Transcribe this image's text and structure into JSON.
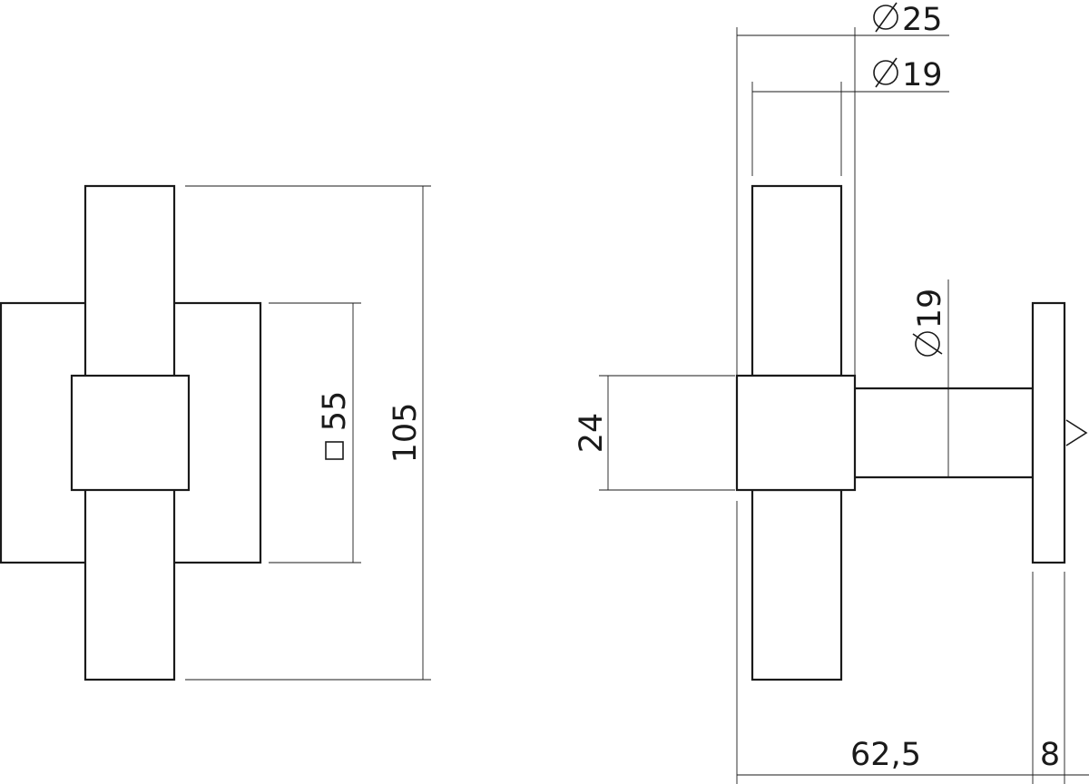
{
  "front_view": {
    "rose_size_label": "55",
    "rose_symbol": "square",
    "height_label": "105"
  },
  "side_view": {
    "outer_diameter_label": "25",
    "inner_diameter_label": "19",
    "spindle_diameter_label": "19",
    "diameter_symbol": "diameter",
    "hub_height_label": "24",
    "projection_label": "62,5",
    "rose_thickness_label": "8"
  },
  "colors": {
    "line": "#1a1a1a",
    "background": "#ffffff"
  }
}
